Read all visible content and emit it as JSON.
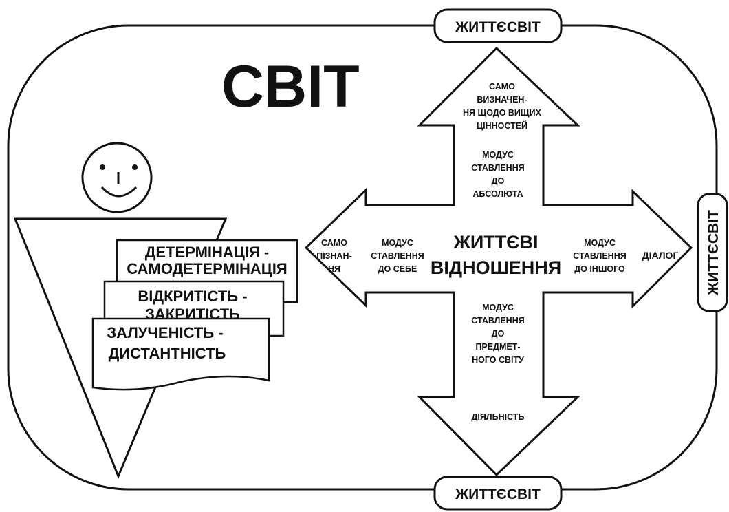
{
  "title": "СВІТ",
  "lifeworld_tags": {
    "top": "ЖИТТЄСВІТ",
    "right": "ЖИТТЄСВІТ",
    "bottom": "ЖИТТЄСВІТ"
  },
  "center": [
    "ЖИТТЄВІ",
    "ВІДНОШЕННЯ"
  ],
  "up_arrow": {
    "goal": [
      "САМО",
      "ВИЗНАЧЕН-",
      "НЯ ЩОДО ВИЩИХ",
      "ЦІННОСТЕЙ"
    ],
    "mode": [
      "МОДУС",
      "СТАВЛЕННЯ",
      "ДО",
      "АБСОЛЮТА"
    ]
  },
  "left_arrow": {
    "goal": [
      "САМО",
      "ПІЗНАН-",
      "НЯ"
    ],
    "mode": [
      "МОДУС",
      "СТАВЛЕННЯ",
      "ДО СЕБЕ"
    ]
  },
  "right_arrow": {
    "mode": [
      "МОДУС",
      "СТАВЛЕННЯ",
      "ДО ІНШОГО"
    ],
    "goal": [
      "ДІАЛОГ"
    ]
  },
  "down_arrow": {
    "mode": [
      "МОДУС",
      "СТАВЛЕННЯ",
      "ДО",
      "ПРЕДМЕТ-",
      "НОГО СВІТУ"
    ],
    "goal": [
      "ДІЯЛЬНІСТЬ"
    ]
  },
  "cards": [
    [
      "ДЕТЕРМІНАЦІЯ -",
      "САМОДЕТЕРМІНАЦІЯ"
    ],
    [
      "ВІДКРИТІСТЬ -",
      "ЗАКРИТІСТЬ"
    ],
    [
      "ЗАЛУЧЕНІСТЬ -",
      "ДИСТАНТНІСТЬ"
    ]
  ],
  "colors": {
    "ink": "#111111",
    "paper": "#ffffff"
  }
}
